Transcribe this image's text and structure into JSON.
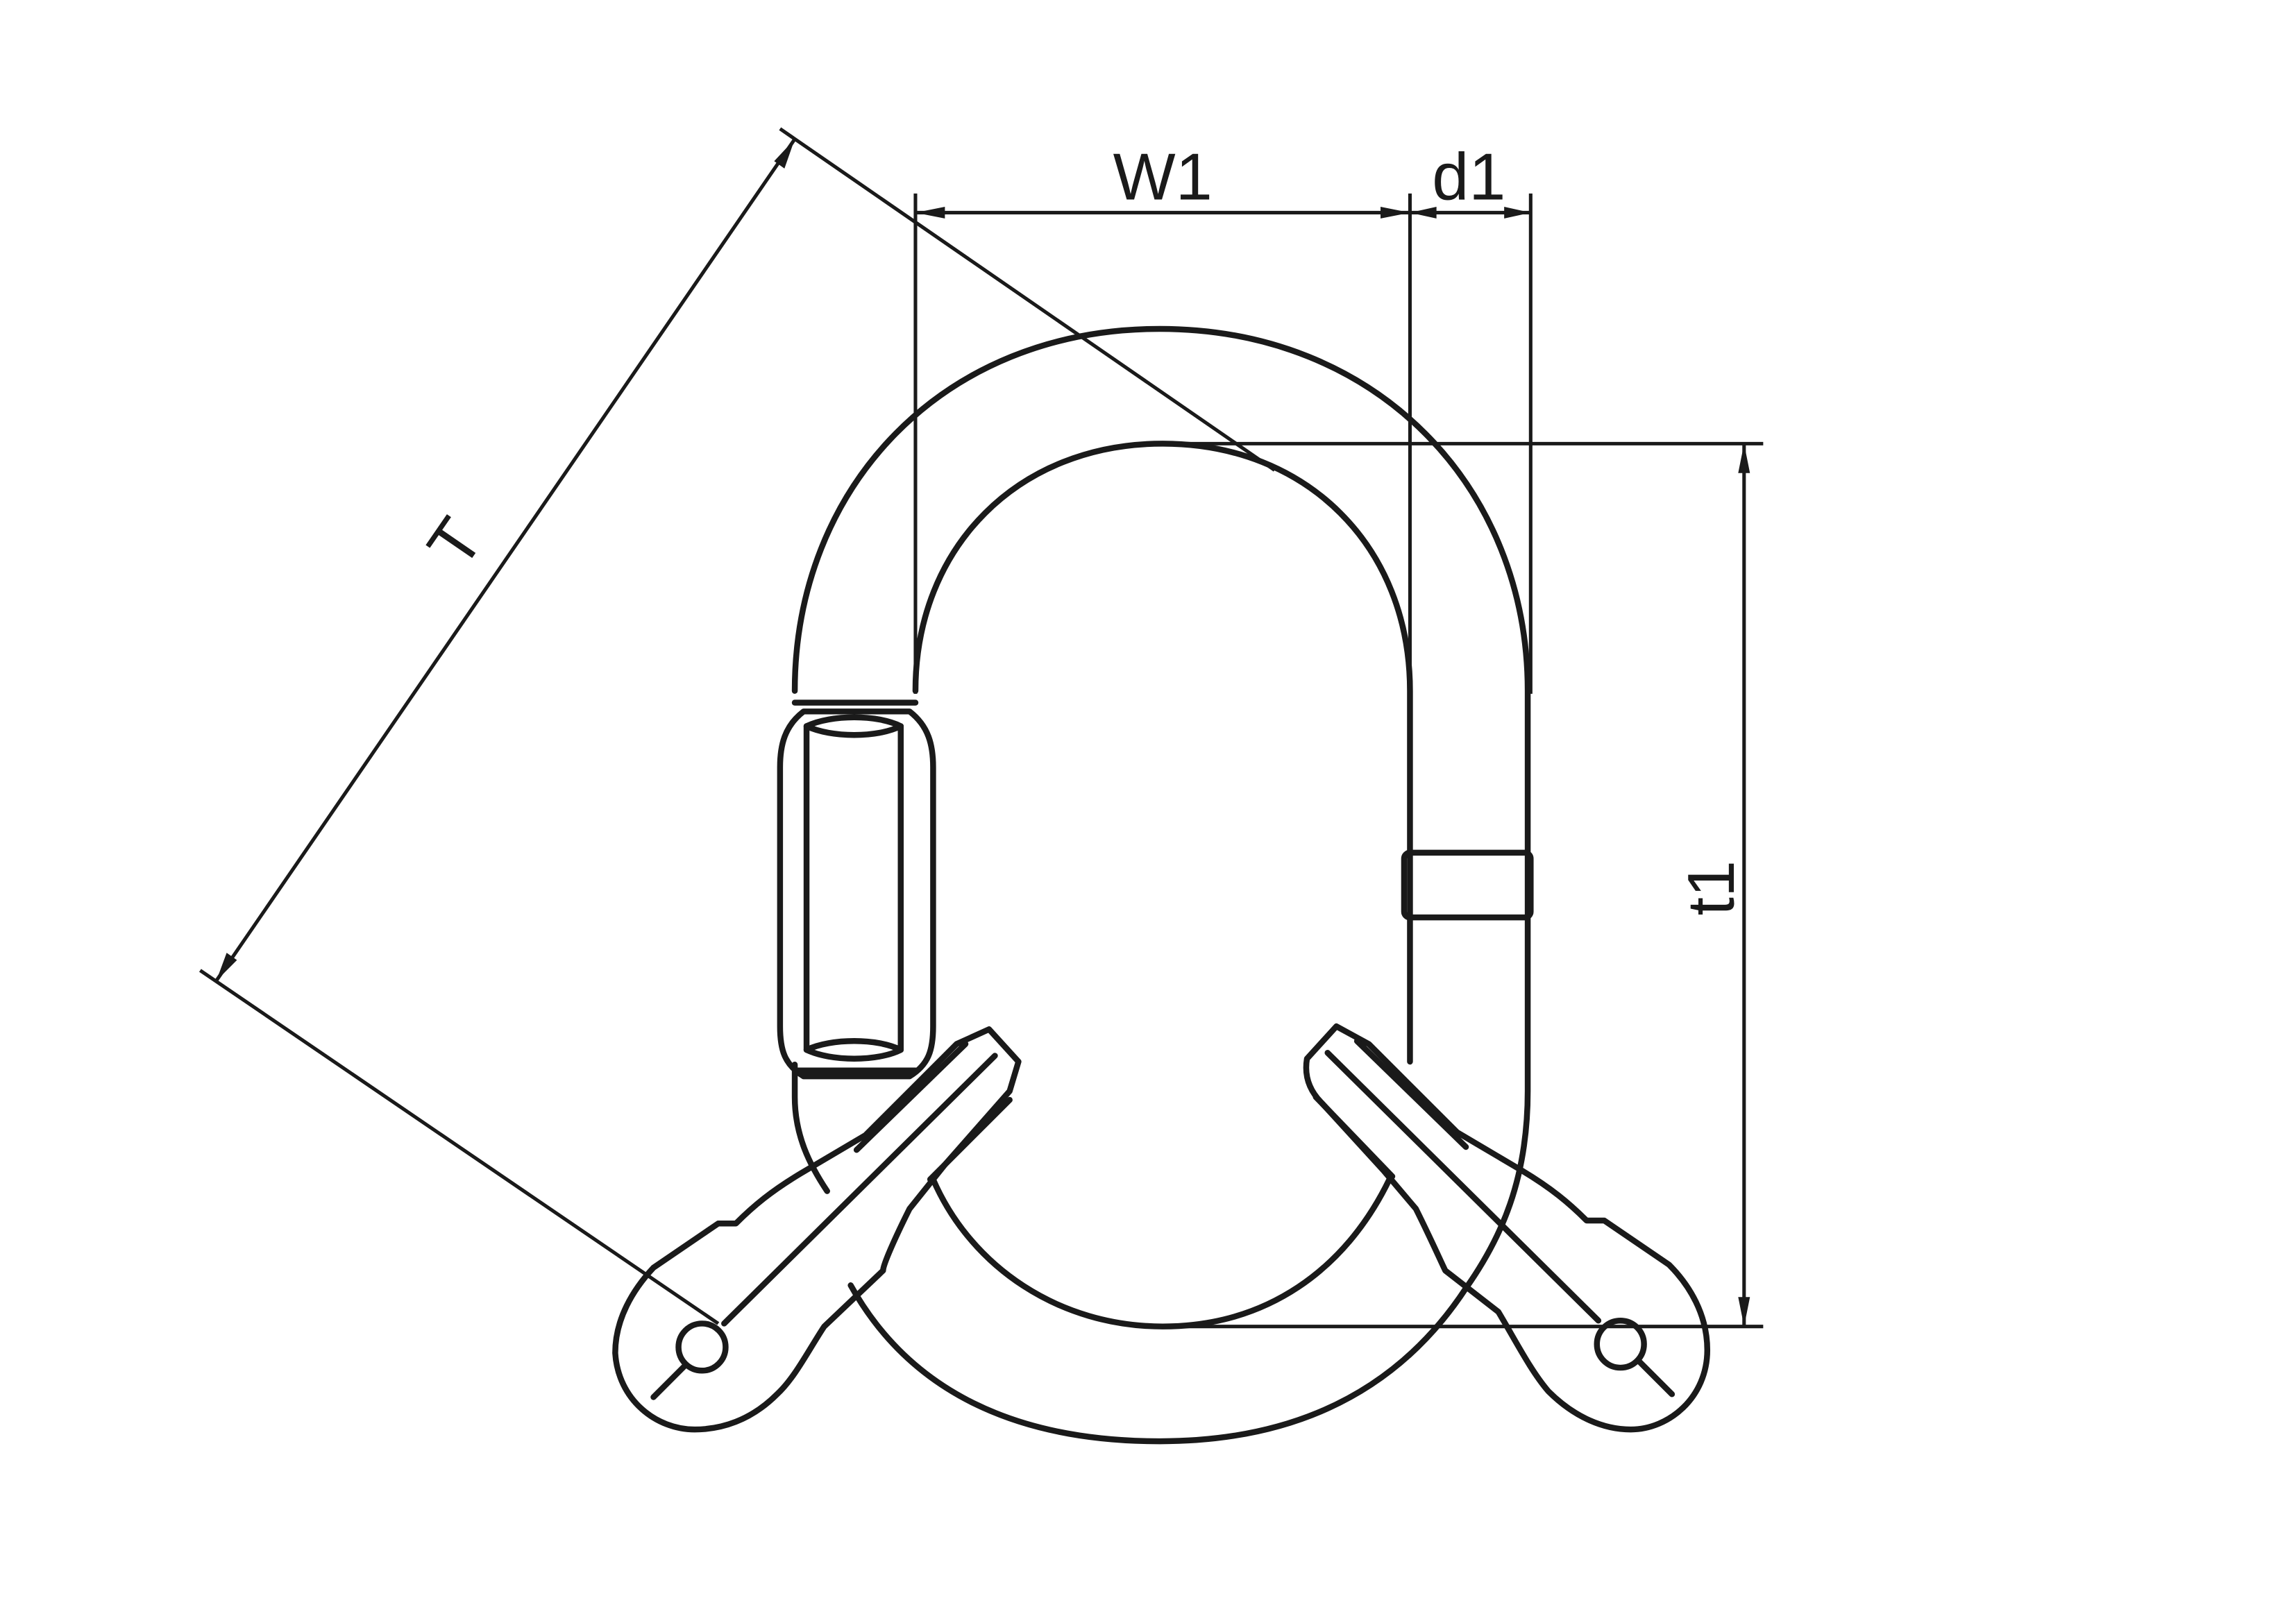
{
  "labels": {
    "W1": "W1",
    "d1": "d1",
    "t1": "t1",
    "T": "T"
  },
  "colors": {
    "line": "#1a1a1a",
    "background": "#ffffff"
  }
}
